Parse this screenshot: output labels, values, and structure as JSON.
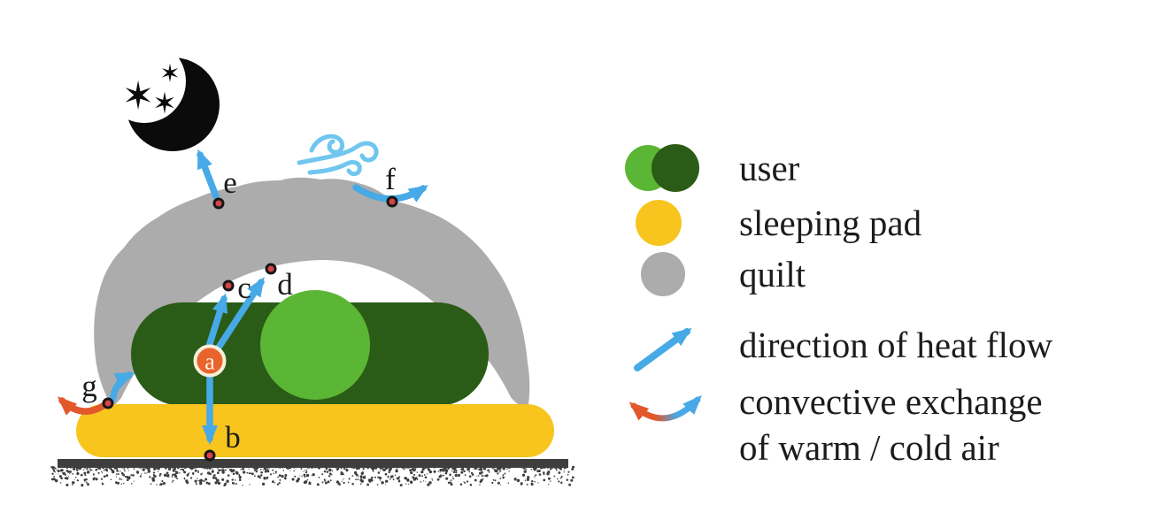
{
  "figure": {
    "point_labels": [
      "a",
      "b",
      "c",
      "d",
      "e",
      "f",
      "g"
    ],
    "icons": [
      "moon-icon",
      "stars-icon",
      "wind-icon"
    ]
  },
  "legend": {
    "items": [
      {
        "label": "user",
        "colors": [
          "#5CB635",
          "#2A5C17"
        ]
      },
      {
        "label": "sleeping pad",
        "colors": [
          "#F7C51E"
        ]
      },
      {
        "label": "quilt",
        "colors": [
          "#ACACAC"
        ]
      }
    ],
    "arrow_items": [
      {
        "label": "direction of heat flow"
      },
      {
        "label_line1": "convective exchange",
        "label_line2": "of warm / cold air"
      }
    ]
  },
  "colors": {
    "heat_flow_blue": "#47A9E6",
    "convective_orange": "#E2582B",
    "wind_blue": "#70C6EE",
    "user_body_green": "#2A5C17",
    "user_head_green": "#5CB635",
    "pad_yellow": "#F7C51E",
    "quilt_gray": "#ACACAC",
    "ground_dark": "#3E3E3E",
    "marker_red": "#D64545",
    "marker_ring_dark": "#161616",
    "point_a_fill": "#E8632E",
    "point_a_ring": "#F6EFD7",
    "moon_black": "#0B0B0B"
  }
}
